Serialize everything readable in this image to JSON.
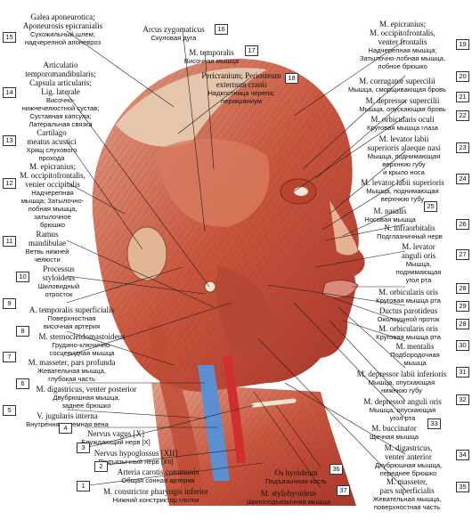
{
  "labels": [
    {
      "num": "15",
      "latin": "Galea aponeurotica;\nAponeurosis epicranialis",
      "ru": "Сухожильный шлем;\nнадчерепной апоневроз"
    },
    {
      "num": "14",
      "latin": "Articulatio\ntemporomandibularis;\nCapsula articularis;\nLig. laterale",
      "ru": "Височно-\nнижнечелюстной сустав;\nСуставная капсула;\nЛатеральная связка"
    },
    {
      "num": "13",
      "latin": "Cartilago\nmeatus acustici",
      "ru": "Хрящ слухового\nпрохода"
    },
    {
      "num": "12",
      "latin": "M. epicranius;\nM. occipitofrontalis,\nvenier occipitalis",
      "ru": "Надчерепная\nмышца; Затылочно-\nлобная мышца,\nзатылочное\nбрюшко"
    },
    {
      "num": "11",
      "latin": "Ramus\nmandibulae",
      "ru": "Ветвь нижней\nчелюсти"
    },
    {
      "num": "10",
      "latin": "Processus\nstyloideus",
      "ru": "Шиловидный\nотросток"
    },
    {
      "num": "9",
      "latin": "A. temporalis superficialis",
      "ru": "Поверхностная\nвисочная артерия"
    },
    {
      "num": "8",
      "latin": "M. sternocleidomastoideus",
      "ru": "Грудино-ключично-\nсосцевидная мышца"
    },
    {
      "num": "7",
      "latin": "M. masseter, pars profunda",
      "ru": "Жевательная мышца,\nглубокая часть"
    },
    {
      "num": "6",
      "latin": "M. digastricus, venter posterior",
      "ru": "Двубрюшная мышца,\nзаднее брюшко"
    },
    {
      "num": "5",
      "latin": "V. jugularis interna",
      "ru": "Внутренняя яремная вена"
    },
    {
      "num": "4",
      "latin": "Nervus vagus [X]",
      "ru": "Блуждающий нерв [X]"
    },
    {
      "num": "3",
      "latin": "Nervus hypoglossus [XII]",
      "ru": "Подъязычный нерв [XII]"
    },
    {
      "num": "2",
      "latin": "Arteria carotis communis",
      "ru": "Общая сонная артерия"
    },
    {
      "num": "1",
      "latin": "M. constrictor pharyngis inferior",
      "ru": "Нижний констриктор глотки"
    },
    {
      "num": "16",
      "latin": "Arcus zygomaticus",
      "ru": "Скуловая дуга"
    },
    {
      "num": "17",
      "latin": "M. temporalis",
      "ru": "Височная мышца"
    },
    {
      "num": "18",
      "latin": "Pericranium; Periosteum\nexternum cranii",
      "ru": "Надкостница черепа;\nперикраниум"
    },
    {
      "num": "19",
      "latin": "M. epicranius;\nM. occipitofrontalis,\nventer frontalis",
      "ru": "Надчерепная мышца;\nЗатылочно-лобная мышца,\nлобное брюшко"
    },
    {
      "num": "20",
      "latin": "M. corrugator supercilii",
      "ru": "Мышца, сморщивающая бровь"
    },
    {
      "num": "21",
      "latin": "M. depressor supercilii",
      "ru": "Мышца, опускающая бровь"
    },
    {
      "num": "22",
      "latin": "M. orbicularis oculi",
      "ru": "Круговая мышца глаза"
    },
    {
      "num": "23",
      "latin": "M. levator labii\nsuperioris alaeque nasi",
      "ru": "Мышца, поднимающая\nверхнюю губу\nи крыло носа"
    },
    {
      "num": "24",
      "latin": "M. levator labii superioris",
      "ru": "Мышца, поднимающая\nверхнюю губу"
    },
    {
      "num": "25",
      "latin": "M. nasalis",
      "ru": "Носовая мышца"
    },
    {
      "num": "26",
      "latin": "N. infraorbitalis",
      "ru": "Подглазничный нерв"
    },
    {
      "num": "27",
      "latin": "M. levator\nanguli oris",
      "ru": "Мышца,\nподнимающая\nугол рта"
    },
    {
      "num": "28",
      "latin": "M. orbicularis oris",
      "ru": "Круговая мышца рта"
    },
    {
      "num": "29",
      "latin": "Ductus parotideus",
      "ru": "Околоушной проток"
    },
    {
      "num": "28",
      "latin": "M. orbicularis oris",
      "ru": "Круговая мышца рта"
    },
    {
      "num": "30",
      "latin": "M. mentalis",
      "ru": "Подбородочная\nмышца"
    },
    {
      "num": "31",
      "latin": "M. depressor labii inferioris",
      "ru": "Мышца, опускающая\nнижнюю губу"
    },
    {
      "num": "32",
      "latin": "M. depressor anguli oris",
      "ru": "Мышца, опускающая\nугол рта"
    },
    {
      "num": "33",
      "latin": "M. buccinator",
      "ru": "Щечная мышца"
    },
    {
      "num": "34",
      "latin": "M. digastricus,\nventer anterior",
      "ru": "Двубрюшная мышца,\nпереднее брюшко"
    },
    {
      "num": "35",
      "latin": "M. masseter,\npars superficialis",
      "ru": "Жевательная мышца,\nповерхностная часть"
    },
    {
      "num": "36",
      "latin": "Os hyoideum",
      "ru": "Подъязычная кость"
    },
    {
      "num": "37",
      "latin": "M. stylohyoideus",
      "ru": "Шилоподъязычная мышца"
    }
  ]
}
